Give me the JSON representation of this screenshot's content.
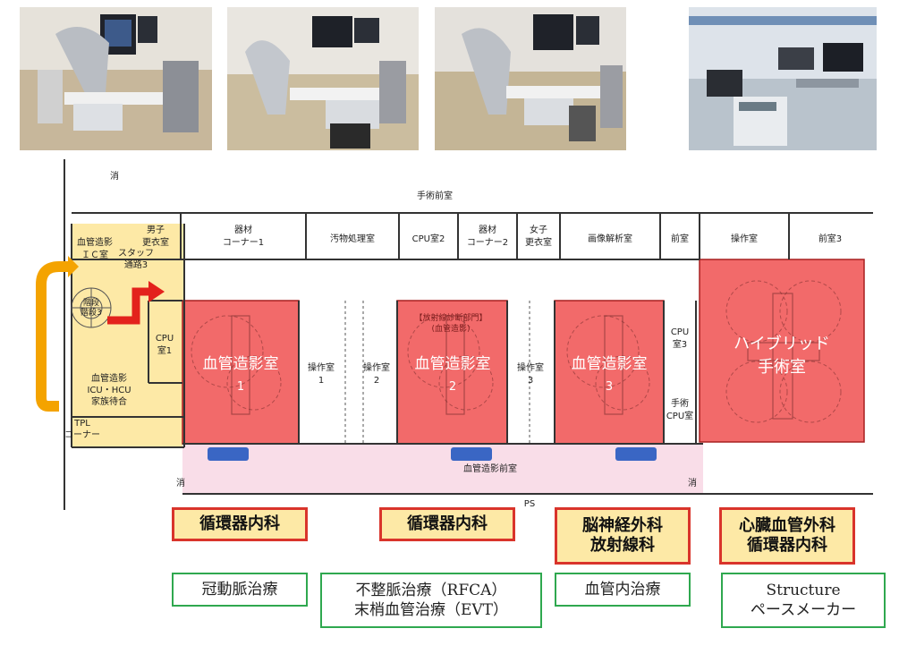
{
  "photos": [
    {
      "alt": "angiography room 1 photo"
    },
    {
      "alt": "angiography room 2 photo"
    },
    {
      "alt": "angiography room 3 photo"
    },
    {
      "alt": "hybrid operating room photo"
    }
  ],
  "plan": {
    "corridor_top": "手術前室",
    "fire_exit": "消",
    "rooms_top": {
      "male_locker": [
        "男子",
        "更衣室"
      ],
      "equip1": [
        "器材",
        "コーナー1"
      ],
      "dirty": "汚物処理室",
      "cpu2": "CPU室2",
      "equip2": [
        "器材",
        "コーナー2"
      ],
      "female_locker": [
        "女子",
        "更衣室"
      ],
      "image_room": "画像解析室",
      "front": "前室",
      "control": "操作室",
      "front3": "前室3"
    },
    "ic_room": [
      "血管造影",
      "ＩＣ室"
    ],
    "staff_passage": [
      "スタッフ",
      "通路3"
    ],
    "stairs": [
      "階段",
      "階段3"
    ],
    "cpu1": [
      "CPU",
      "室1"
    ],
    "family_wait": [
      "血管造影",
      "ICU・HCU",
      "家族待合"
    ],
    "toilet": [
      "TPL",
      "コーナー"
    ],
    "angio1": [
      "血管造影室",
      "1"
    ],
    "ctrl1": [
      "操作室",
      "1"
    ],
    "ctrl2": [
      "操作室",
      "2"
    ],
    "angio2": [
      "血管造影室",
      "2"
    ],
    "angio2_sign": [
      "【放射線診断部門】",
      "(血管造影)"
    ],
    "ctrl3": [
      "操作室",
      "3"
    ],
    "angio3": [
      "血管造影室",
      "3"
    ],
    "cpu3": [
      "CPU",
      "室3"
    ],
    "surg_cpu": [
      "手術",
      "CPU室"
    ],
    "hybrid": [
      "ハイブリッド",
      "手術室"
    ],
    "lobby": "血管造影前室",
    "ps": "PS"
  },
  "departments": [
    {
      "lines": [
        "循環器内科"
      ]
    },
    {
      "lines": [
        "循環器内科"
      ]
    },
    {
      "lines": [
        "脳神経外科",
        "放射線科"
      ]
    },
    {
      "lines": [
        "心臓血管外科",
        "循環器内科"
      ]
    }
  ],
  "treatments": [
    {
      "lines": [
        "冠動脈治療"
      ]
    },
    {
      "lines": [
        "不整脈治療（RFCA）",
        "末梢血管治療（EVT）"
      ]
    },
    {
      "lines": [
        "血管内治療"
      ]
    },
    {
      "lines": [
        "Structure",
        "ペースメーカー"
      ]
    }
  ],
  "colors": {
    "angio_room": "#f26a6a",
    "hybrid_room": "#f26a6a",
    "family_area": "#fde9a6",
    "lobby": "#f9dde8",
    "arrow_orange": "#f4a300",
    "arrow_red": "#e3221c",
    "marker_blue": "#3a66c4",
    "dept_border": "#d9342b",
    "treat_border": "#2fa84f"
  }
}
